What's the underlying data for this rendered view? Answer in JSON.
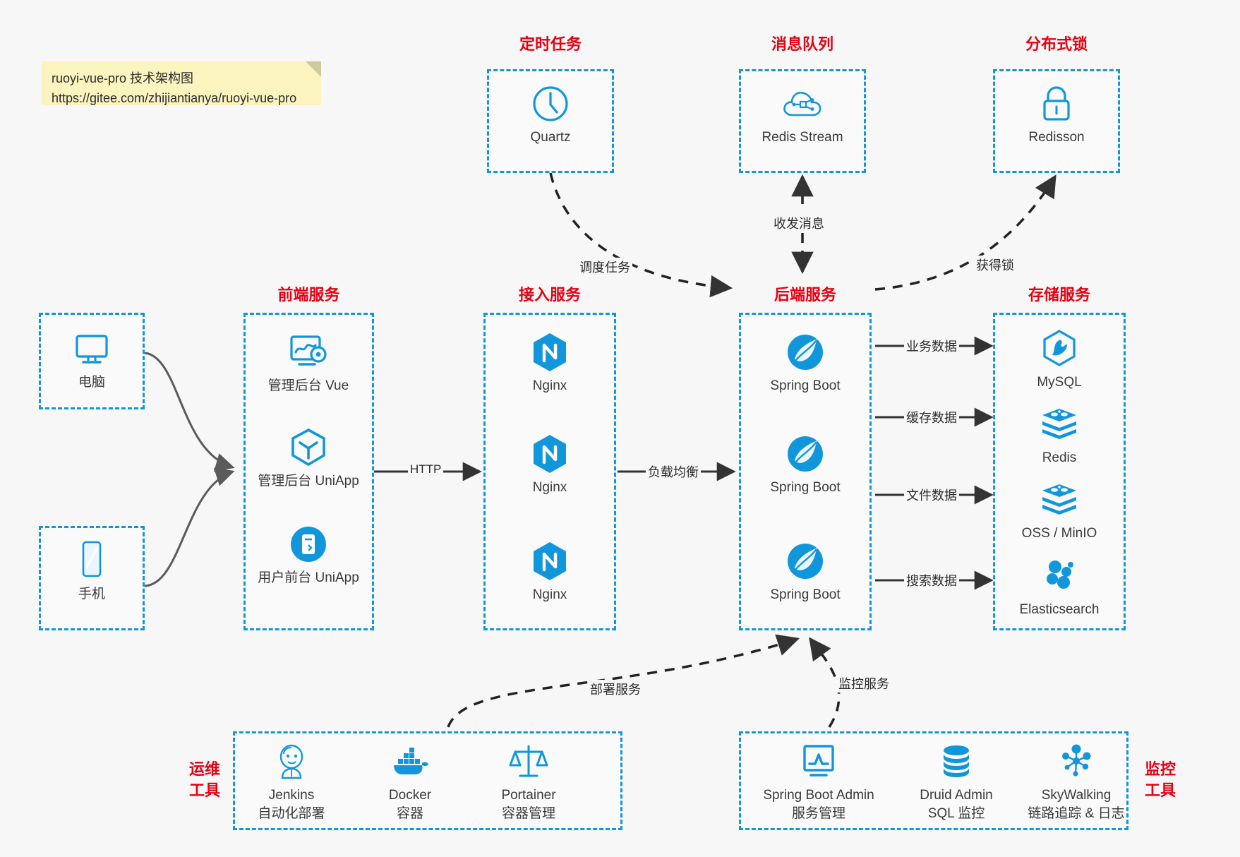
{
  "note": {
    "line1": "ruoyi-vue-pro 技术架构图",
    "line2": "https://gitee.com/zhijiantianya/ruoyi-vue-pro"
  },
  "colors": {
    "accent": "#1296db",
    "title_red": "#e60012",
    "canvas": "#f7f7f7",
    "note_bg": "#fbf4bf",
    "text": "#3a3a3a",
    "wire": "#333333",
    "wire_gray": "#5a5a5a"
  },
  "groups": {
    "scheduler": {
      "title": "定时任务",
      "nodes": [
        {
          "label": "Quartz",
          "icon": "clock-icon"
        }
      ]
    },
    "mq": {
      "title": "消息队列",
      "nodes": [
        {
          "label": "Redis Stream",
          "icon": "cloud-network-icon"
        }
      ]
    },
    "lock": {
      "title": "分布式锁",
      "nodes": [
        {
          "label": "Redisson",
          "icon": "lock-icon"
        }
      ]
    },
    "pc": {
      "title": "",
      "nodes": [
        {
          "label": "电脑",
          "icon": "desktop-icon"
        }
      ]
    },
    "mobile": {
      "title": "",
      "nodes": [
        {
          "label": "手机",
          "icon": "phone-icon"
        }
      ]
    },
    "frontend": {
      "title": "前端服务",
      "nodes": [
        {
          "label": "管理后台 Vue",
          "icon": "dashboard-gear-icon"
        },
        {
          "label": "管理后台 UniApp",
          "icon": "cube-icon"
        },
        {
          "label": "用户前台 UniApp",
          "icon": "app-window-icon"
        }
      ]
    },
    "gateway": {
      "title": "接入服务",
      "nodes": [
        {
          "label": "Nginx",
          "icon": "nginx-icon"
        },
        {
          "label": "Nginx",
          "icon": "nginx-icon"
        },
        {
          "label": "Nginx",
          "icon": "nginx-icon"
        }
      ]
    },
    "backend": {
      "title": "后端服务",
      "nodes": [
        {
          "label": "Spring Boot",
          "icon": "spring-boot-icon"
        },
        {
          "label": "Spring Boot",
          "icon": "spring-boot-icon"
        },
        {
          "label": "Spring Boot",
          "icon": "spring-boot-icon"
        }
      ]
    },
    "storage": {
      "title": "存储服务",
      "nodes": [
        {
          "label": "MySQL",
          "icon": "mysql-icon"
        },
        {
          "label": "Redis",
          "icon": "redis-icon"
        },
        {
          "label": "OSS / MinIO",
          "icon": "redis-icon"
        },
        {
          "label": "Elasticsearch",
          "icon": "elasticsearch-icon"
        }
      ]
    },
    "devops": {
      "title": "运维\n工具",
      "title_line1": "运维",
      "title_line2": "工具",
      "nodes": [
        {
          "label": "Jenkins",
          "sub": "自动化部署",
          "icon": "jenkins-icon"
        },
        {
          "label": "Docker",
          "sub": "容器",
          "icon": "docker-icon"
        },
        {
          "label": "Portainer",
          "sub": "容器管理",
          "icon": "scales-icon"
        }
      ]
    },
    "monitor": {
      "title_line1": "监控",
      "title_line2": "工具",
      "nodes": [
        {
          "label": "Spring Boot Admin",
          "sub": "服务管理",
          "icon": "monitor-chart-icon"
        },
        {
          "label": "Druid Admin",
          "sub": "SQL 监控",
          "icon": "database-icon"
        },
        {
          "label": "SkyWalking",
          "sub": "链路追踪 & 日志",
          "icon": "skywalking-icon"
        }
      ]
    }
  },
  "edges": [
    {
      "id": "schedule-task",
      "label": "调度任务"
    },
    {
      "id": "send-receive-message",
      "label": "收发消息"
    },
    {
      "id": "acquire-lock",
      "label": "获得锁"
    },
    {
      "id": "http",
      "label": "HTTP"
    },
    {
      "id": "load-balance",
      "label": "负载均衡"
    },
    {
      "id": "business-data",
      "label": "业务数据"
    },
    {
      "id": "cache-data",
      "label": "缓存数据"
    },
    {
      "id": "file-data",
      "label": "文件数据"
    },
    {
      "id": "search-data",
      "label": "搜索数据"
    },
    {
      "id": "deploy-service",
      "label": "部署服务"
    },
    {
      "id": "monitor-service",
      "label": "监控服务"
    }
  ]
}
